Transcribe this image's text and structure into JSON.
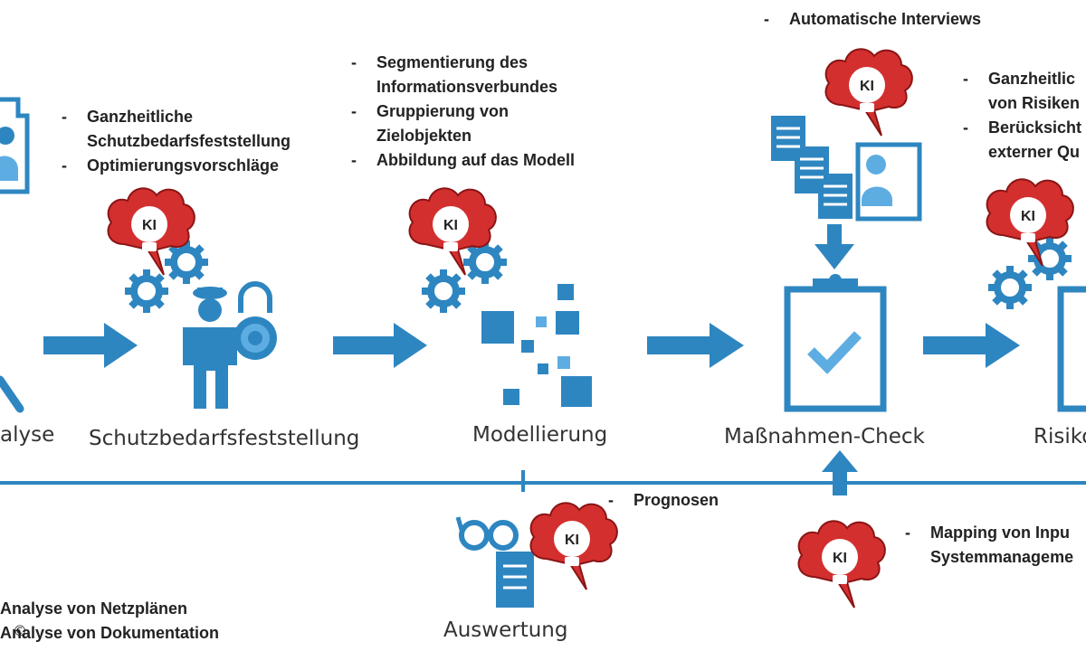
{
  "colors": {
    "blue": "#2E86C1",
    "light_blue": "#5DADE2",
    "red": "#D32F2F",
    "dark": "#222222"
  },
  "stages": {
    "s1": "alyse",
    "s2": "Schutzbedarfsfeststellung",
    "s3": "Modellierung",
    "s4": "Maßnahmen-Check",
    "s5": "Risiko",
    "s6": "Auswertung"
  },
  "ki": "KI",
  "notes": {
    "top_center": "Automatische Interviews",
    "schutz": [
      "Ganzheitliche",
      "Schutzbedarfsfeststellung",
      "Optimierungsvorschläge"
    ],
    "modell": [
      "Segmentierung des",
      "Informationsverbundes",
      "Gruppierung von",
      "Zielobjekten",
      "Abbildung auf das Modell"
    ],
    "risiko": [
      "Ganzheitlic",
      "von Risiken",
      "Berücksicht",
      "externer Qu"
    ],
    "prognosen": "Prognosen",
    "mapping": [
      "Mapping von Inpu",
      "Systemmanageme"
    ],
    "analyse": [
      "Analyse von Netzplänen",
      "Analyse von Dokumentation"
    ]
  },
  "copyright": "©"
}
